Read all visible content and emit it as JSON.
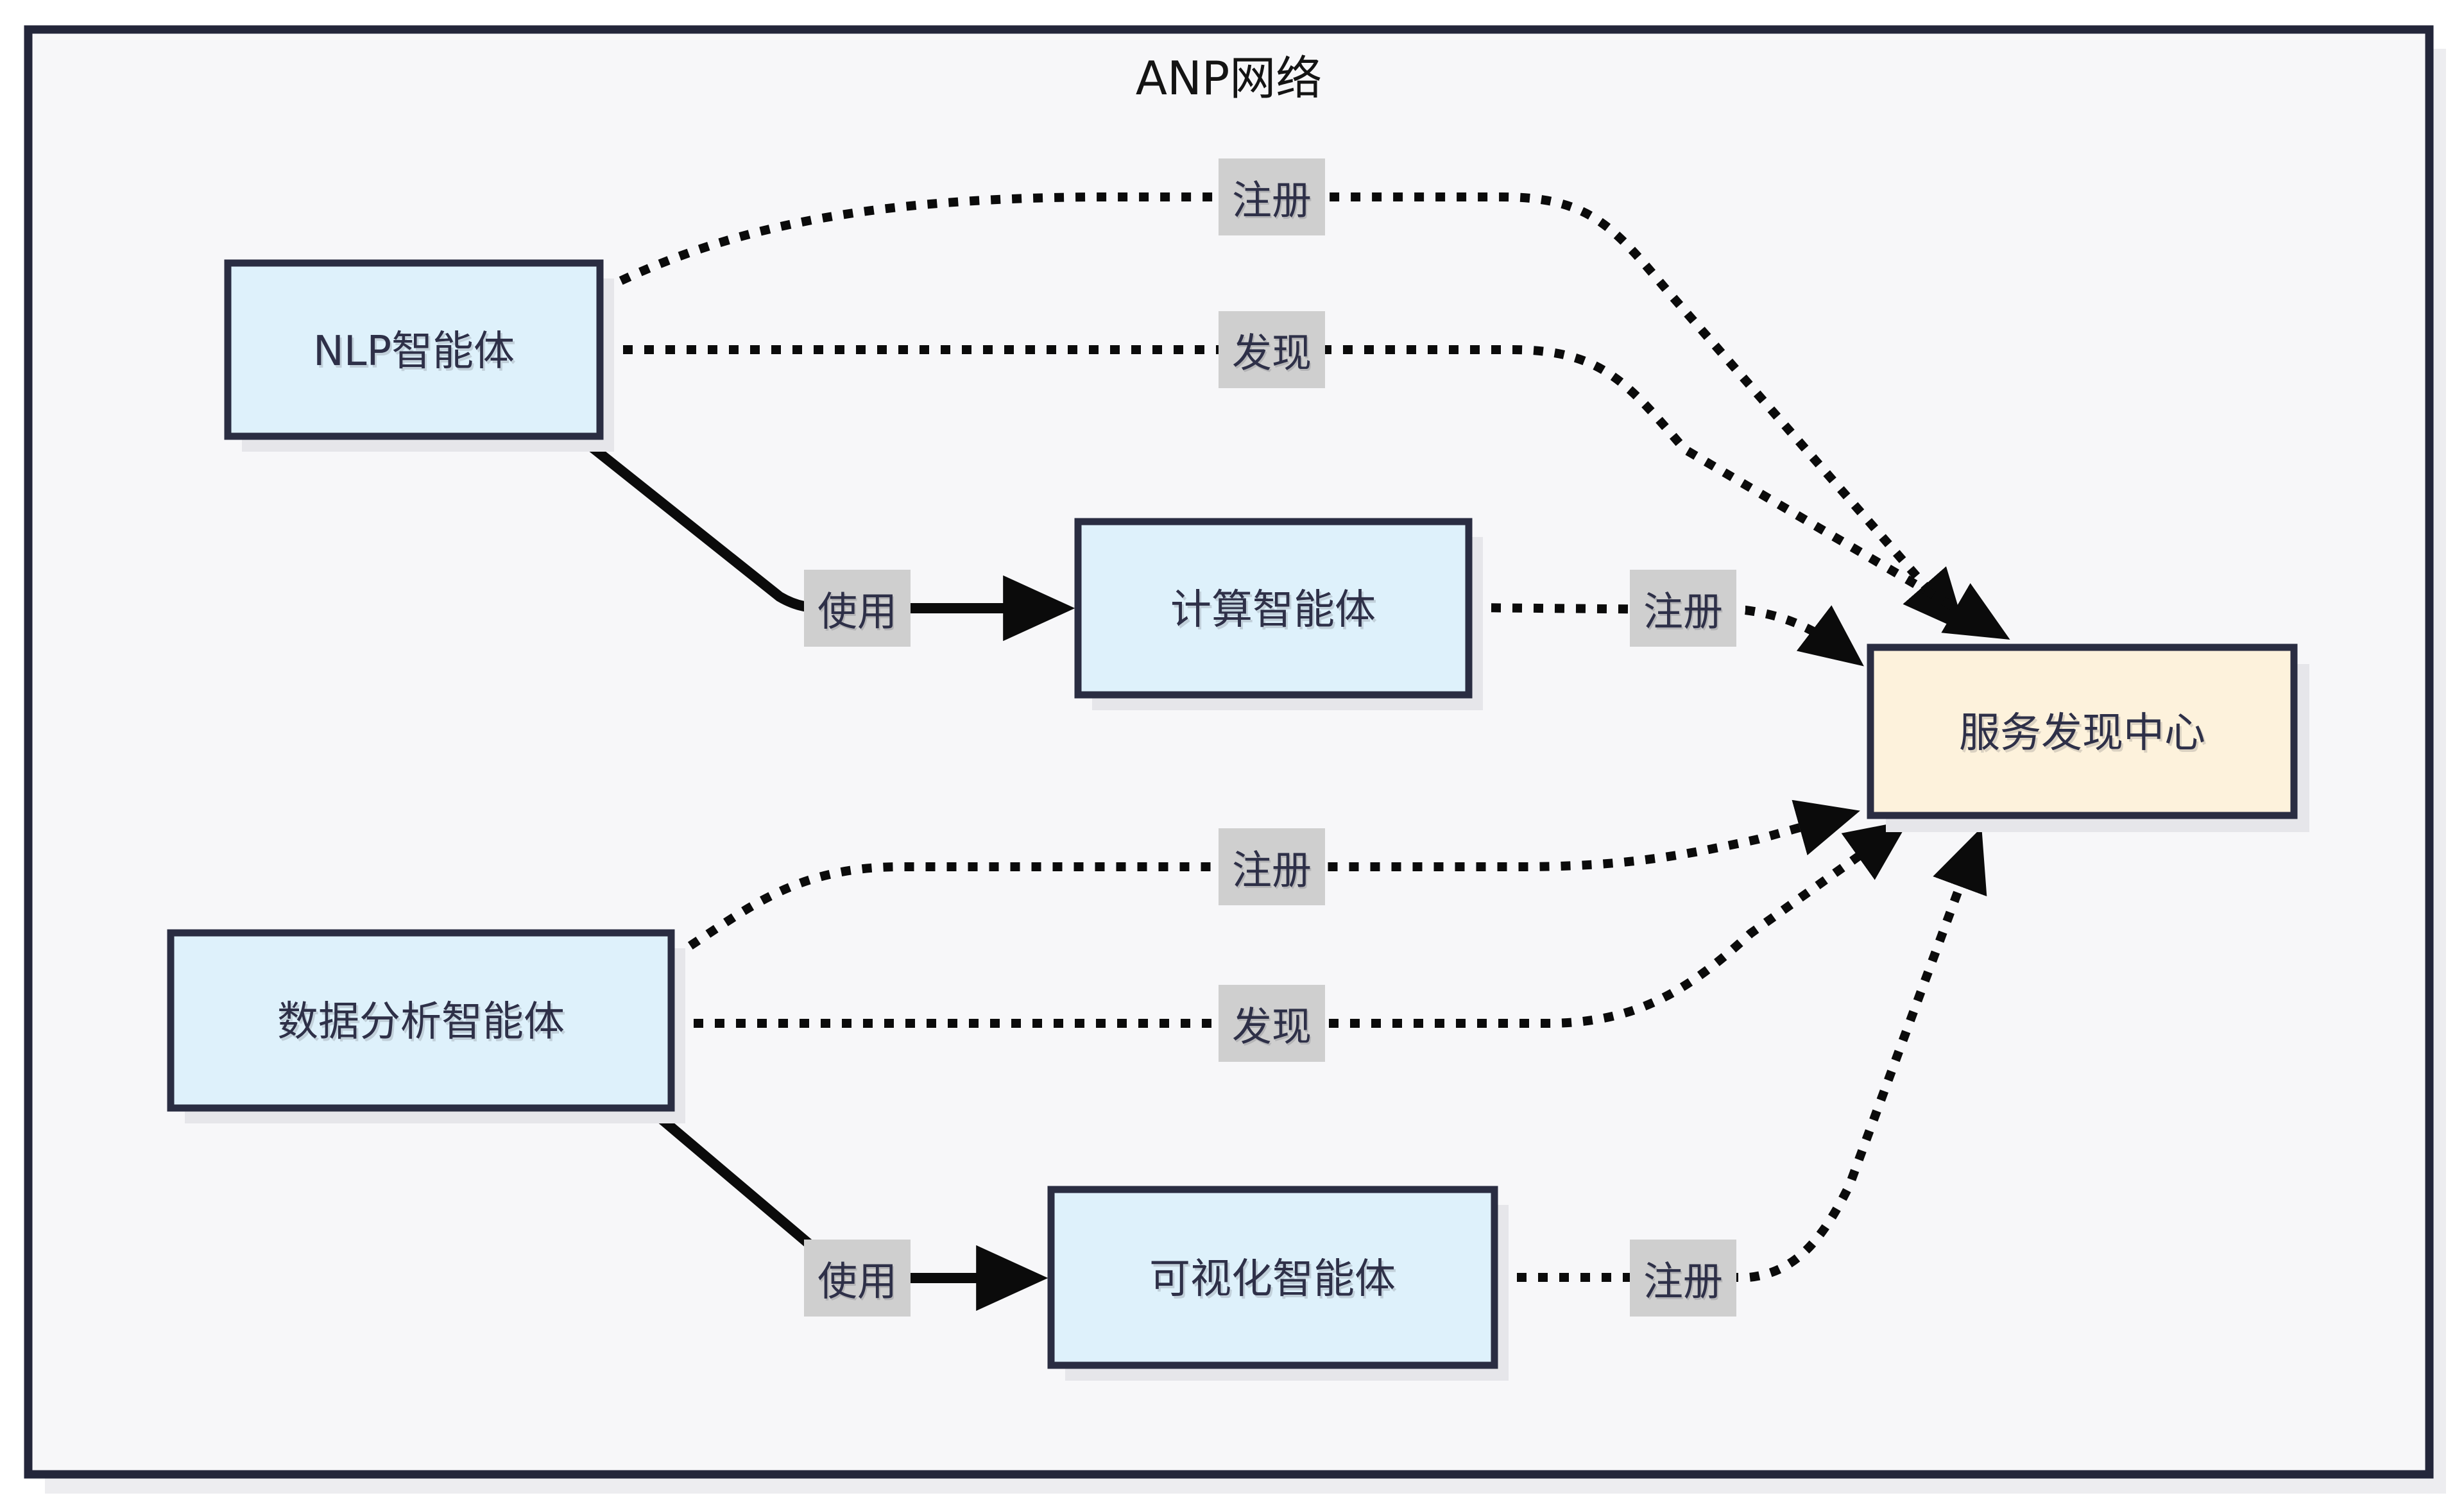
{
  "diagram": {
    "title": "ANP网络",
    "type": "flowchart",
    "nodes": [
      {
        "id": "nlp-agent",
        "label": "NLP智能体",
        "fill": "#def1fb"
      },
      {
        "id": "compute-agent",
        "label": "计算智能体",
        "fill": "#def1fb"
      },
      {
        "id": "discovery-center",
        "label": "服务发现中心",
        "fill": "#fdf2dc"
      },
      {
        "id": "data-agent",
        "label": "数据分析智能体",
        "fill": "#def1fb"
      },
      {
        "id": "viz-agent",
        "label": "可视化智能体",
        "fill": "#def1fb"
      }
    ],
    "edges": [
      {
        "from": "NLP智能体",
        "to": "服务发现中心",
        "label": "注册",
        "style": "dotted"
      },
      {
        "from": "NLP智能体",
        "to": "服务发现中心",
        "label": "发现",
        "style": "dotted"
      },
      {
        "from": "NLP智能体",
        "to": "计算智能体",
        "label": "使用",
        "style": "solid"
      },
      {
        "from": "计算智能体",
        "to": "服务发现中心",
        "label": "注册",
        "style": "dotted"
      },
      {
        "from": "数据分析智能体",
        "to": "服务发现中心",
        "label": "注册",
        "style": "dotted"
      },
      {
        "from": "数据分析智能体",
        "to": "服务发现中心",
        "label": "发现",
        "style": "dotted"
      },
      {
        "from": "数据分析智能体",
        "to": "可视化智能体",
        "label": "使用",
        "style": "solid"
      },
      {
        "from": "可视化智能体",
        "to": "服务发现中心",
        "label": "注册",
        "style": "dotted"
      }
    ],
    "colors": {
      "page_bg": "#ffffff",
      "canvas_bg": "#f7f7f9",
      "canvas_border": "#23263a",
      "node_border": "#2a2d42",
      "node_text": "#2e3048",
      "blue_fill": "#def1fb",
      "cream_fill": "#fdf2dc",
      "label_bg": "#cfcfcf",
      "edge": "#0b0b0b",
      "shadow": "#e6e6ea",
      "outer_shadow": "#ededf0",
      "title_color": "#141414"
    }
  }
}
